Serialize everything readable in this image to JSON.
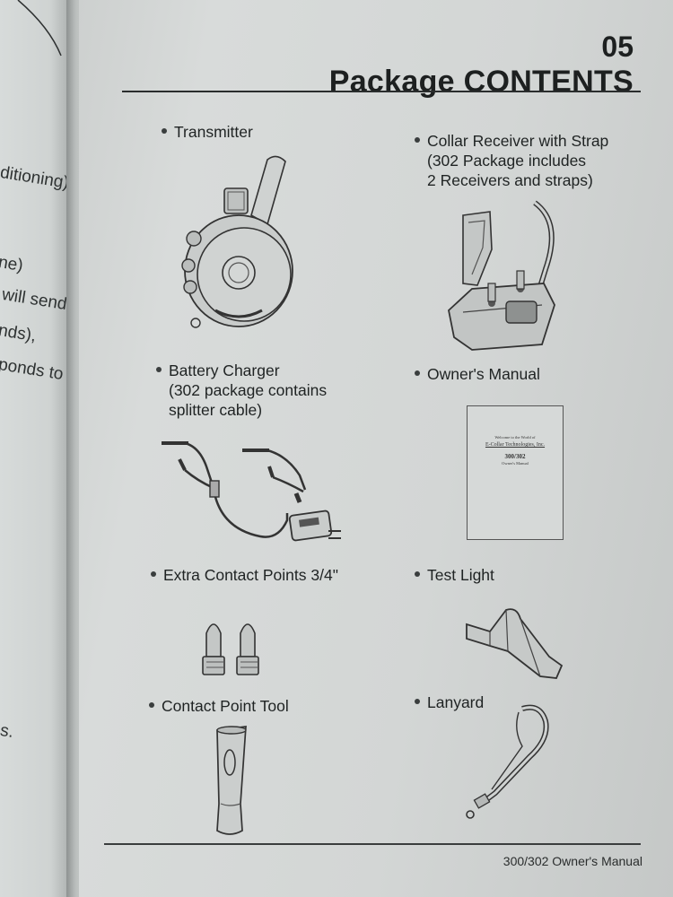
{
  "left_page": {
    "fragments": [
      "ditioning)",
      "ne)",
      "will send",
      "nds),",
      "ponds to",
      "s."
    ]
  },
  "header": {
    "page_number": "05",
    "title": "Package CONTENTS"
  },
  "items": {
    "transmitter": {
      "label": "Transmitter"
    },
    "collar_receiver": {
      "label": "Collar Receiver with Strap",
      "sub": [
        "(302 Package includes",
        "2 Receivers and straps)"
      ]
    },
    "battery_charger": {
      "label": "Battery Charger",
      "sub": [
        "(302 package contains",
        "splitter cable)"
      ]
    },
    "owners_manual": {
      "label": "Owner's Manual"
    },
    "contact_points": {
      "label": "Extra Contact Points 3/4\""
    },
    "test_light": {
      "label": "Test Light"
    },
    "contact_tool": {
      "label": "Contact Point Tool"
    },
    "lanyard": {
      "label": "Lanyard"
    }
  },
  "manual_cover": {
    "welcome": "Welcome to the World of",
    "company": "E-Collar Technologies, Inc.",
    "model": "300/302",
    "subtitle": "Owner's Manual"
  },
  "footer": {
    "text": "300/302 Owner's Manual"
  }
}
